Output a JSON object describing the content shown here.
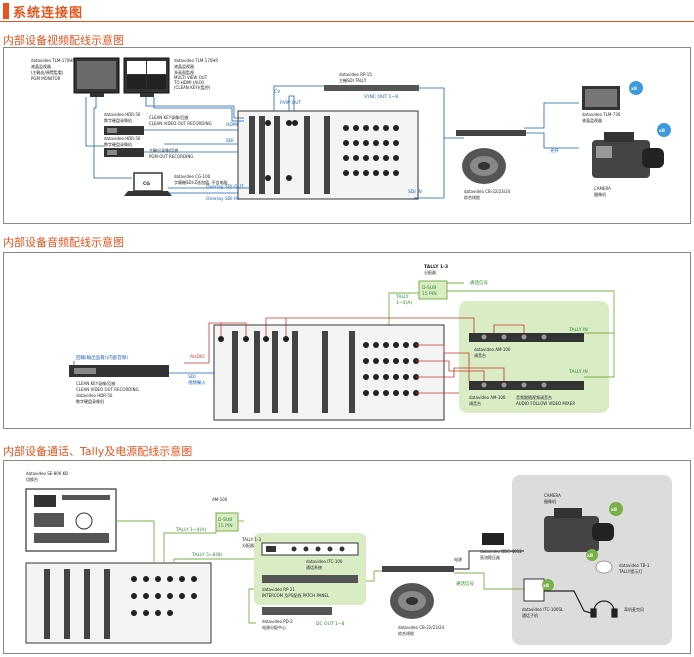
{
  "page": {
    "title": "系统连接图",
    "accent_color": "#e8531c"
  },
  "video_section": {
    "title": "内部设备视频配线示意图",
    "monitor_pgm": {
      "model": "datavideo TLM-170HR",
      "line1": "液晶监视器",
      "line2": "(主輸出/預覽監看)",
      "line3": "PGM MONITOR"
    },
    "monitor_multi": {
      "model": "datavideo TLM-170HR",
      "line1": "液晶监视器",
      "line2": "多画面監视",
      "line3": "MULTI VIEW OUT",
      "line4": "TO HDMI (AUX)",
      "line5": "(CLEAN KEY)(監控)"
    },
    "rp": {
      "model": "datavideo RP-15",
      "desc": "主機SDI TALLY"
    },
    "hdr_clean": {
      "model": "datavideo HDR-50",
      "desc": "数字硬盘录像机",
      "label1": "CLEAN KEY录像/回放",
      "label2": "CLEAN VIDEO OUT RECORDING"
    },
    "hdr_pgm": {
      "model": "datavideo HDR-50",
      "desc": "数字硬盘录像机",
      "label1": "主輸出录像/回放",
      "label2": "PGM OUT RECORDING"
    },
    "cg": {
      "model": "datavideo CG-100",
      "desc": "字幕機SDI-Z迭加值, 不含电脑",
      "screen": "CG"
    },
    "monitor_tlm": {
      "model": "datavideo TLM-730",
      "desc": "液晶监视器"
    },
    "camera": {
      "label": "CAMERA",
      "desc": "摄像机"
    },
    "cable": {
      "model": "datavideo CB-22/23/24",
      "desc": "综合线缆"
    },
    "badge": "x8",
    "labels": {
      "cv": "CV",
      "pvw_out": "PVW OUT",
      "sync_out": "SYNC OUT 1~8",
      "sdi": "SDI",
      "sdi_in": "SDI IN",
      "hdmi": "HDMI",
      "overlay_out": "Overlay SDI OUT",
      "overlay_in": "Overlay SDI IN",
      "gq": "光纤"
    }
  },
  "audio_section": {
    "title": "内部设备音频配线示意图",
    "tally_box": {
      "title": "TALLY 1-3",
      "sub": "分配器",
      "line1": "D-SUB",
      "line2": "15 PIN"
    },
    "tally_14": {
      "line1": "TALLY",
      "line2": "1~4(A)"
    },
    "tally_in_top": "TALLY IN",
    "tally_in_bottom": "TALLY IN",
    "tally_signal": "通话信号",
    "am_top": {
      "model": "datavideo AM-100",
      "desc": "调音台"
    },
    "am_bottom": {
      "model": "datavideo AM-100",
      "desc": "调音台",
      "label1": "音频跟随视频调音台",
      "label2": "AUDIO FOLLOW VIDEO MIXER"
    },
    "hdr": {
      "line1": "回输(輸出监看)(内部音频)",
      "line2": "CLEAN KEY录像/回放",
      "line3": "CLEAN VIDEO OUT RECORDING",
      "line4": "datavideo HDR-50",
      "line5": "数字硬盘录像机"
    },
    "audio_label": "AUDIO",
    "sdi_label": "SDI",
    "sdi_in_label": "视频輸入"
  },
  "intercom_section": {
    "title": "内部设备通话、Tally及电源配线示意图",
    "se": {
      "model": "datavideo SE-800 KB",
      "desc": "切换台"
    },
    "am": {
      "label": "AM-100"
    },
    "dsub": {
      "line1": "D-SUB",
      "line2": "15 PIN"
    },
    "tally_14": "TALLY 1~4(A)",
    "tally_13": {
      "line1": "TALLY 1-3",
      "line2": "分配器"
    },
    "tally_58": "TALLY 5~8(B)",
    "itc": {
      "model": "datavideo ITC-100",
      "desc": "通话系统"
    },
    "rp21": {
      "model": "datavideo RP-21",
      "desc": "INTERCOM 及PS配线 PATCH PANEL"
    },
    "pd": {
      "model": "datavideo PD-2",
      "desc": "电源分配中心"
    },
    "dc_out": "DC OUT 1~8",
    "cable": {
      "model": "datavideo CB-22/23/24",
      "desc": "综合线缆"
    },
    "dcc": {
      "model": "datavideo DDC-4012",
      "desc": "直流稳压器"
    },
    "power_label": "电源",
    "tally_signal": "通话信号",
    "camera": {
      "label": "CAMERA",
      "desc": "摄像机"
    },
    "tb1": {
      "model": "datavideo TB-1",
      "desc": "TALLY提示灯"
    },
    "itc100sl": {
      "model": "datavideo ITC-100SL",
      "desc": "通话子机"
    },
    "headset": "耳机麦克风",
    "badge": "x8"
  }
}
